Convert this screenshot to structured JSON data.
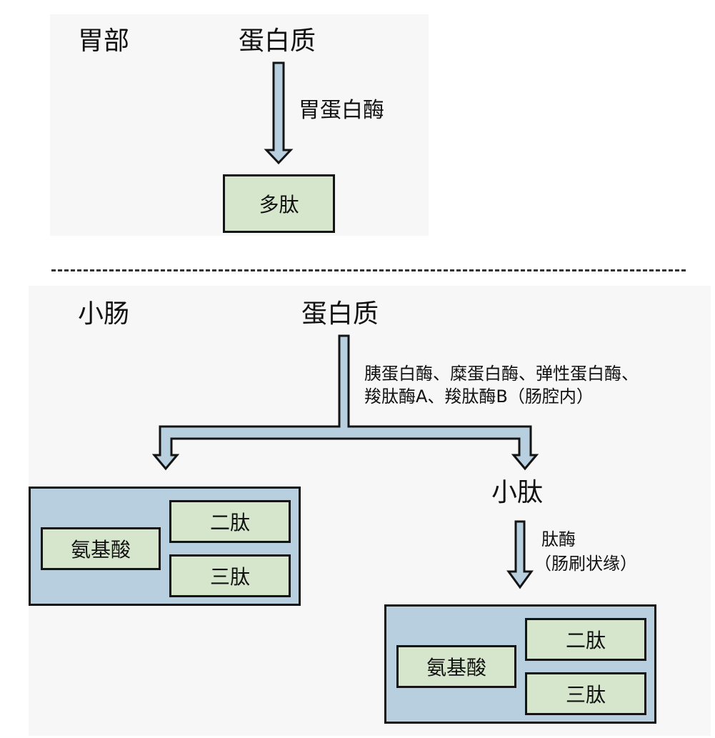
{
  "stomach": {
    "section_label": "胃部",
    "source": "蛋白质",
    "enzyme": "胃蛋白酶",
    "product": "多肽"
  },
  "small_intestine": {
    "section_label": "小肠",
    "source": "蛋白质",
    "enzymes_line1": "胰蛋白酶、糜蛋白酶、弹性蛋白酶、",
    "enzymes_line2": "羧肽酶A、羧肽酶B（肠腔内）",
    "left_products": {
      "main": "氨基酸",
      "top": "二肽",
      "bottom": "三肽"
    },
    "intermediate": "小肽",
    "peptidase_line1": "肽酶",
    "peptidase_line2": "（肠刷状缘）",
    "right_products": {
      "main": "氨基酸",
      "top": "二肽",
      "bottom": "三肽"
    }
  },
  "colors": {
    "arrow_fill": "#b8cfe0",
    "product_box": "#d6e6cc",
    "product_group": "#b8cfe0",
    "outline": "#141414"
  }
}
